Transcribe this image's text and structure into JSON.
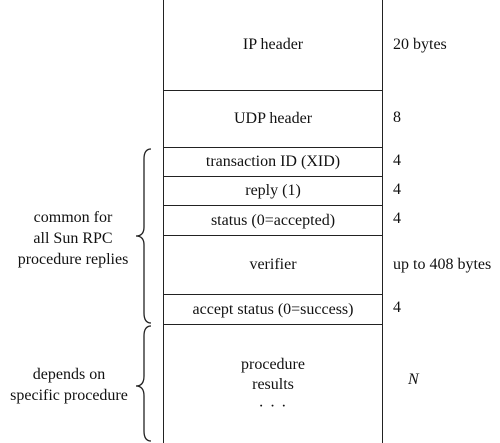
{
  "fields": [
    {
      "label": "IP header",
      "size": "20 bytes"
    },
    {
      "label": "UDP header",
      "size": "8"
    },
    {
      "label": "transaction ID (XID)",
      "size": "4"
    },
    {
      "label": "reply (1)",
      "size": "4"
    },
    {
      "label": "status (0=accepted)",
      "size": "4"
    },
    {
      "label": "verifier",
      "size": "up to 408 bytes"
    },
    {
      "label": "accept status (0=success)",
      "size": "4"
    },
    {
      "label": "procedure\nresults",
      "extra": "· · ·",
      "size": "N"
    }
  ],
  "annotations": {
    "common": [
      "common for",
      "all Sun RPC",
      "procedure replies"
    ],
    "depends": [
      "depends on",
      "specific procedure"
    ]
  }
}
